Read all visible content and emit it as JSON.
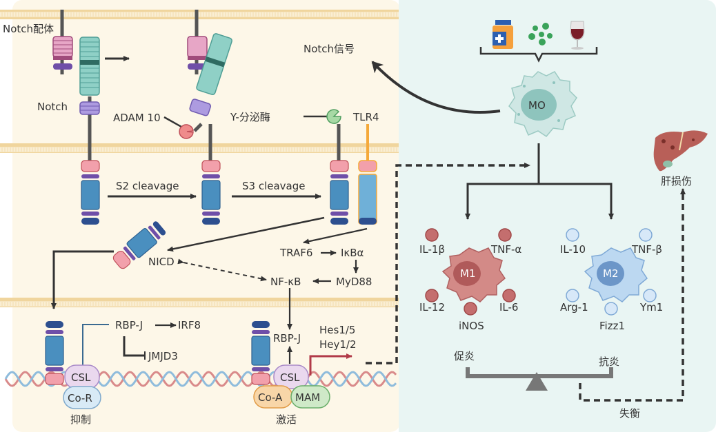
{
  "colors": {
    "left_bg": "#fdf7e8",
    "right_bg": "#e9f5f3",
    "membrane": "#f3ddb0",
    "ligand": "#c7709a",
    "notch_ext": "#8fd0c6",
    "notch_mid": "#a58fd0",
    "notch_intra": "#4a8fbf",
    "notch_cap": "#2d4f8f",
    "pink": "#f2a0ab",
    "tlr4": "#f5a93a",
    "m1": "#c46e6e",
    "m2": "#9cc4ea",
    "arrow": "#333333",
    "activation_arrow": "#b13a48"
  },
  "labels": {
    "notch_ligand": "Notch配体",
    "notch": "Notch",
    "adam10": "ADAM 10",
    "gamma_secretase": "Y-分泌酶",
    "tlr4": "TLR4",
    "notch_signal": "Notch信号",
    "s2": "S2 cleavage",
    "s3": "S3 cleavage",
    "nicd": "NICD",
    "traf6": "TRAF6",
    "ikba": "IκBα",
    "myd88": "MyD88",
    "nfkb": "NF-κB",
    "rbpj_left": "RBP-J",
    "irf8": "IRF8",
    "jmjd3": "JMJD3",
    "csl": "CSL",
    "cor": "Co-R",
    "repress": "抑制",
    "rbpj_right": "RBP-J",
    "hes": "Hes1/5",
    "hey": "Hey1/2",
    "coa": "Co-A",
    "mam": "MAM",
    "activate": "激活",
    "mo": "MO",
    "m1": "M1",
    "m2": "M2",
    "pro_inflammatory": "促炎",
    "anti_inflammatory": "抗炎",
    "imbalance": "失衡",
    "liver_injury": "肝损伤"
  },
  "m1_cytokines": [
    "IL-1β",
    "TNF-α",
    "IL-12",
    "iNOS",
    "IL-6"
  ],
  "m2_cytokines": [
    "IL-10",
    "TNF-β",
    "Arg-1",
    "Fizz1",
    "Ym1"
  ],
  "stimuli": [
    "drug-bottle",
    "virus",
    "alcohol-wine-glass"
  ]
}
